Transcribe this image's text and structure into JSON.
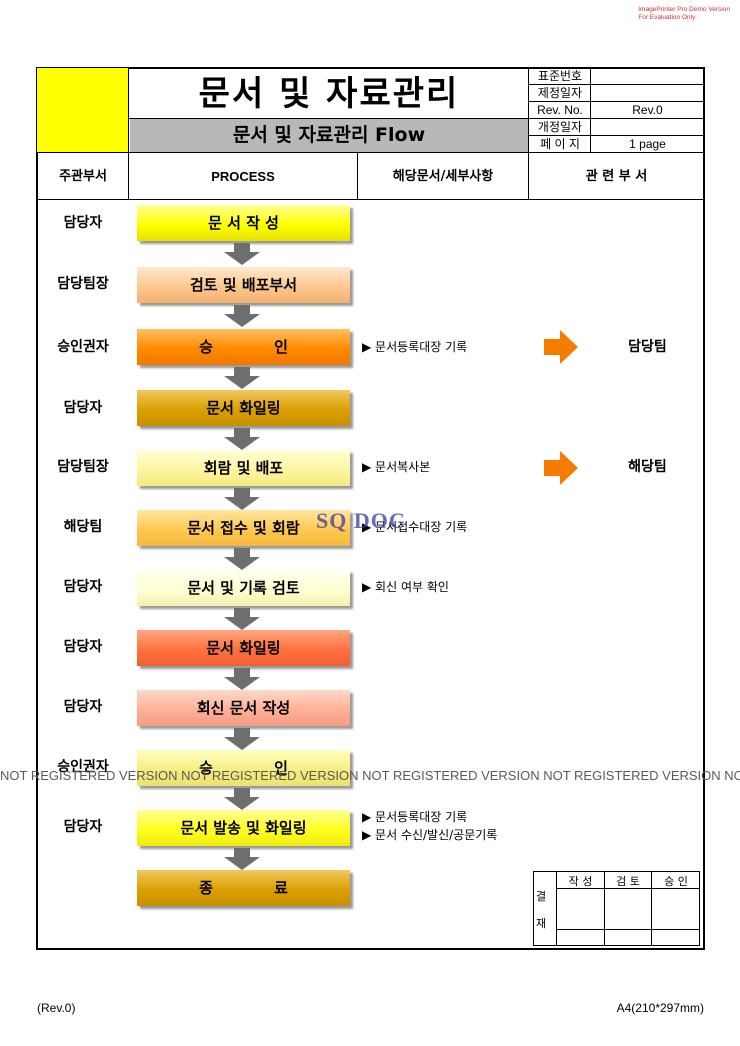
{
  "demo_notice": [
    "ImagePrinter Pro Demo Version",
    "For Evaluation Only"
  ],
  "header": {
    "title": "문서 및 자료관리",
    "subtitle": "문서 및 자료관리 Flow",
    "doc_info": [
      {
        "label": "표준번호",
        "value": ""
      },
      {
        "label": "제정일자",
        "value": ""
      },
      {
        "label": "Rev. No.",
        "value": "Rev.0"
      },
      {
        "label": "개정일자",
        "value": ""
      },
      {
        "label": "페 이 지",
        "value": "1 page"
      }
    ]
  },
  "columns": [
    "주관부서",
    "PROCESS",
    "해당문서/세부사항",
    "관 련 부 서"
  ],
  "colors": {
    "yellow_block": "#ffff00",
    "subtitle_bg": "#b8b8b8",
    "arrow_grey": "#6e6e6e",
    "related_arrow": "#f57c00"
  },
  "steps": [
    {
      "dept": "담당자",
      "process": "문 서 작 성",
      "notes": [],
      "related": ""
    },
    {
      "dept": "담당팀장",
      "process": "검토 및 배포부서",
      "notes": [],
      "related": ""
    },
    {
      "dept": "승인권자",
      "process": "승 인",
      "notes": [
        "▶ 문서등록대장 기록"
      ],
      "related": "담당팀"
    },
    {
      "dept": "담당자",
      "process": "문서 화일링",
      "notes": [],
      "related": ""
    },
    {
      "dept": "담당팀장",
      "process": "회람 및 배포",
      "notes": [
        "▶ 문서복사본"
      ],
      "related": "해당팀"
    },
    {
      "dept": "해당팀",
      "process": "문서 접수 및 회람",
      "notes": [
        "▶ 문서접수대장 기록"
      ],
      "related": ""
    },
    {
      "dept": "담당자",
      "process": "문서 및 기록 검토",
      "notes": [
        "▶ 회신 여부 확인"
      ],
      "related": ""
    },
    {
      "dept": "담당자",
      "process": "문서 화일링",
      "notes": [],
      "related": ""
    },
    {
      "dept": "담당자",
      "process": "회신 문서 작성",
      "notes": [],
      "related": ""
    },
    {
      "dept": "승인권자",
      "process": "승 인",
      "notes": [],
      "related": ""
    },
    {
      "dept": "담당자",
      "process": "문서 발송 및 화일링",
      "notes": [
        "▶ 문서등록대장 기록",
        "▶ 문서 수신/발신/공문기록"
      ],
      "related": ""
    },
    {
      "dept": "",
      "process": "종 료",
      "notes": [],
      "related": ""
    }
  ],
  "watermarks": {
    "band": "NOT REGISTERED VERSION NOT REGISTERED VERSION NOT REGISTERED VERSION NOT REGISTERED VERSION NOT REGISTERED VERSION",
    "logo": "SQ DOC"
  },
  "approval": {
    "side_label": [
      "결",
      "재"
    ],
    "columns": [
      "작 성",
      "검 토",
      "승 인"
    ]
  },
  "footer": {
    "left": "(Rev.0)",
    "right": "A4(210*297mm)"
  }
}
